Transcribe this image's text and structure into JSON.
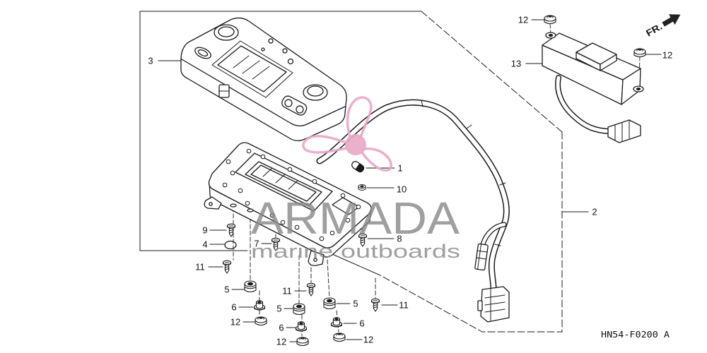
{
  "diagram": {
    "callouts": [
      "3",
      "12",
      "13",
      "12",
      "1",
      "10",
      "2",
      "9",
      "8",
      "4",
      "7",
      "11",
      "5",
      "11",
      "5",
      "11",
      "6",
      "5",
      "12",
      "6",
      "6",
      "12",
      "12"
    ],
    "direction_label": "FR.",
    "drawing_code": "HN54-F0200 A"
  },
  "watermark": {
    "brand": "ARMADA",
    "tagline": "marine outboards",
    "logo_icon": "propeller-logo",
    "text_color": "#8a8a8a",
    "logo_color": "#e9a7c6"
  },
  "colors": {
    "line": "#1a1a1a",
    "background": "#ffffff"
  }
}
